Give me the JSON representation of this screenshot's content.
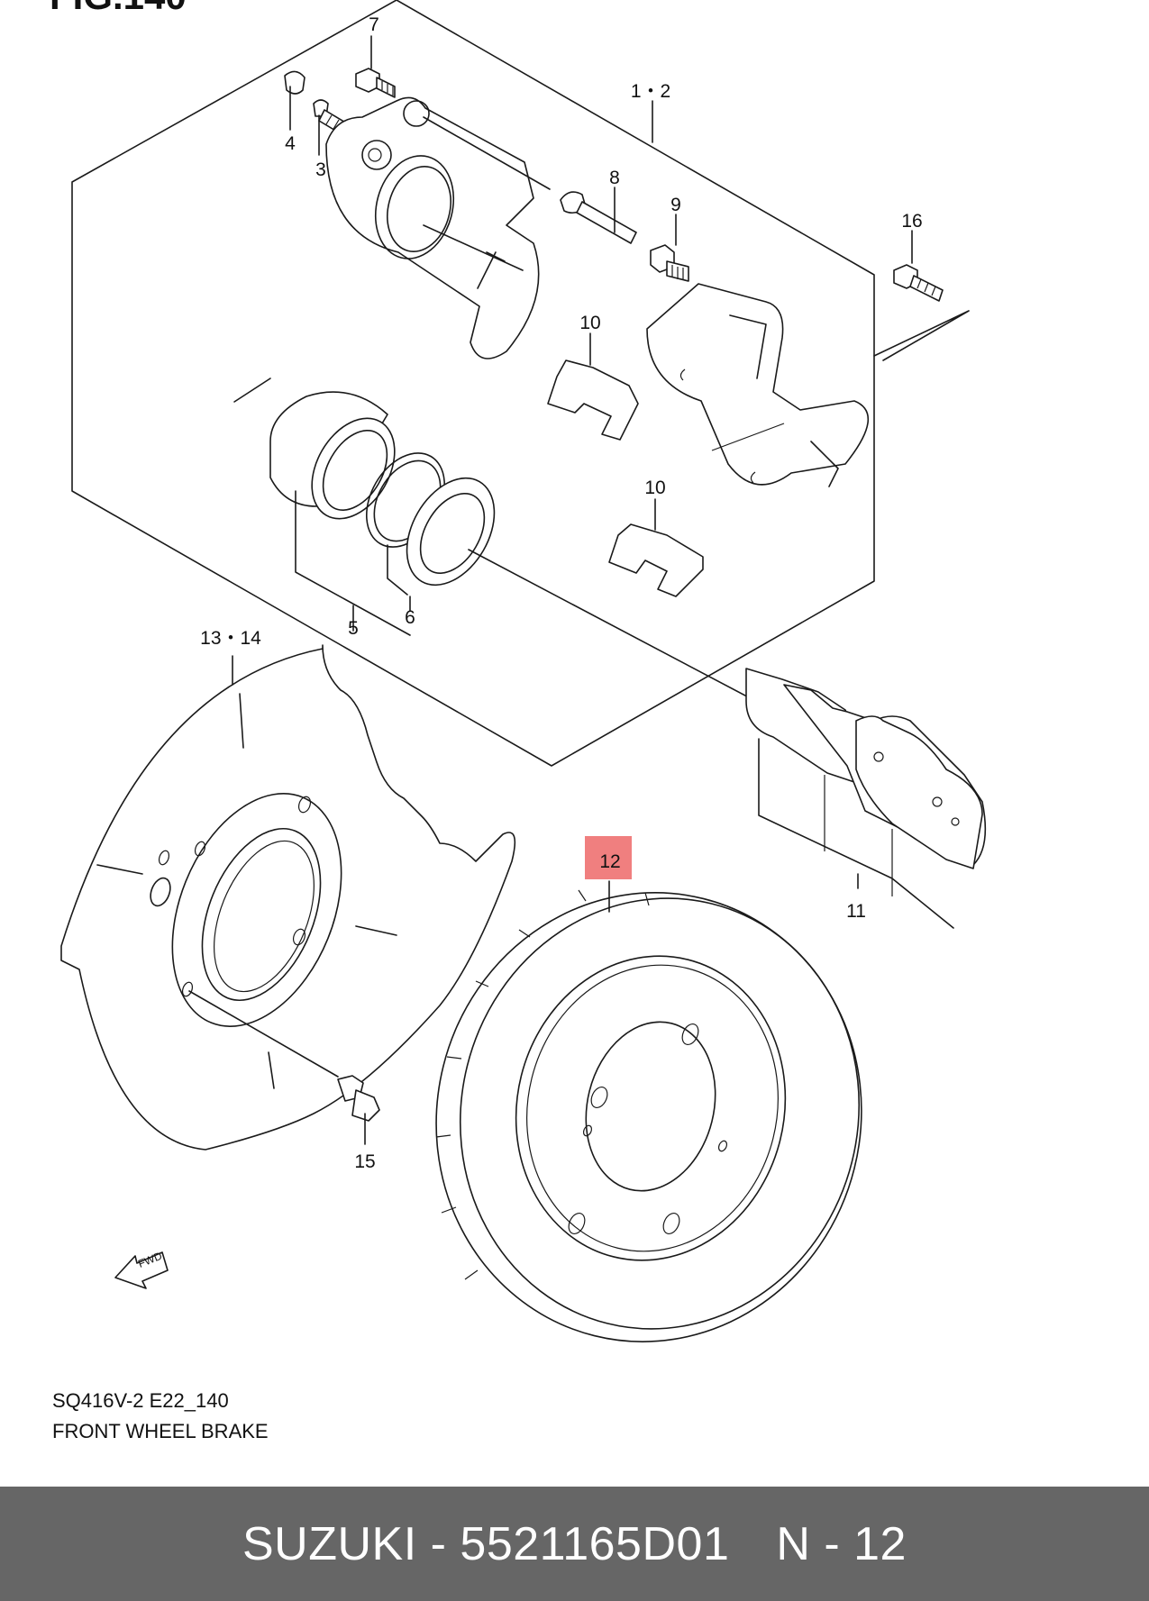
{
  "figure": {
    "title": "FIG.140",
    "model_code": "SQ416V-2 E22_140",
    "name": "FRONT WHEEL BRAKE"
  },
  "callouts": {
    "c7": "7",
    "c4": "4",
    "c3": "3",
    "c12a": "1・2",
    "c8": "8",
    "c9": "9",
    "c16": "16",
    "c10a": "10",
    "c10b": "10",
    "c5": "5",
    "c6": "6",
    "c1314": "13・14",
    "c12": "12",
    "c11": "11",
    "c15": "15"
  },
  "fwd_marker": "FWD",
  "highlight_color": "#f07f7f",
  "footer": {
    "brand": "SUZUKI - 5521165D01",
    "ref": "N - 12"
  }
}
